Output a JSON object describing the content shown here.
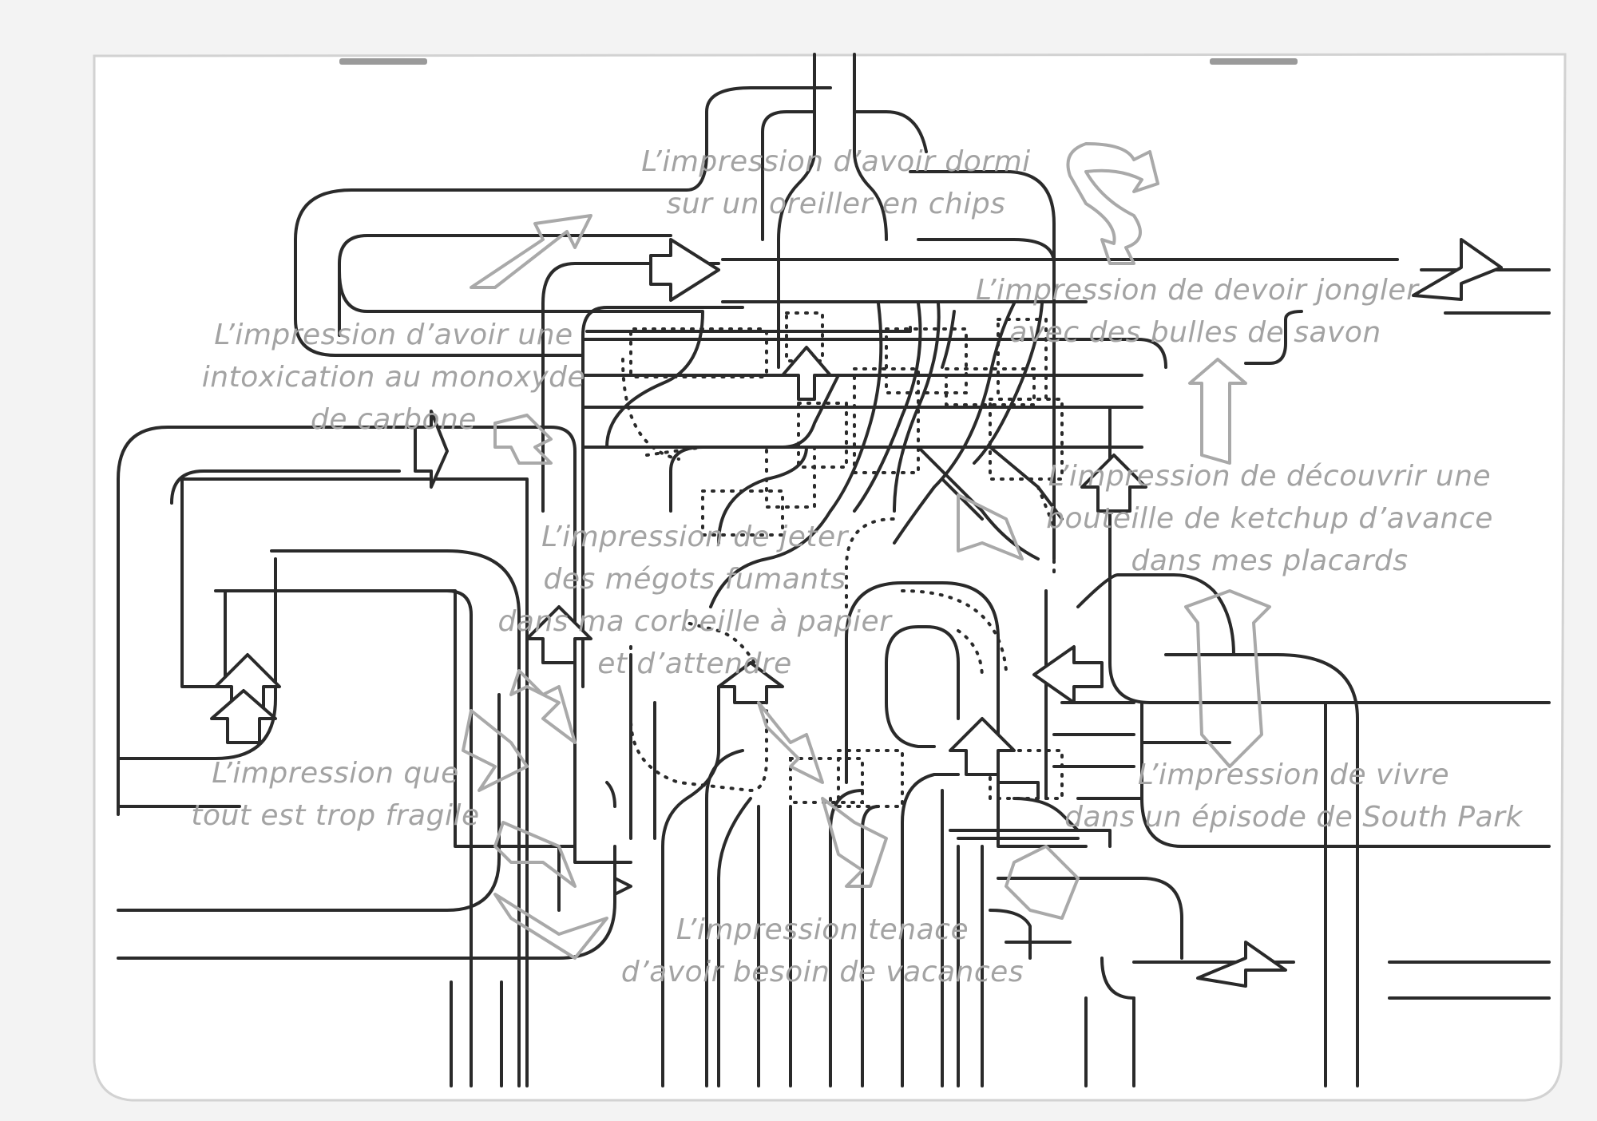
{
  "captions": [
    {
      "id": "oreiller",
      "lines": [
        "L’impression d’avoir dormi",
        "sur un oreiller en chips"
      ]
    },
    {
      "id": "monoxyde",
      "lines": [
        "L’impression d’avoir une",
        "intoxication au monoxyde",
        "de carbone"
      ]
    },
    {
      "id": "jongler",
      "lines": [
        "L’impression de devoir jongler",
        "avec des bulles de savon"
      ]
    },
    {
      "id": "ketchup",
      "lines": [
        "L’impression de découvrir une",
        "bouteille de ketchup d’avance",
        "dans mes placards"
      ]
    },
    {
      "id": "megots",
      "lines": [
        "L’impression de jeter",
        "des mégots fumants",
        "dans ma corbeille à papier",
        "et d’attendre"
      ]
    },
    {
      "id": "fragile",
      "lines": [
        "L’impression que",
        "tout est trop fragile"
      ]
    },
    {
      "id": "southpark",
      "lines": [
        "L’impression de vivre",
        "dans un épisode de South Park"
      ]
    },
    {
      "id": "vacances",
      "lines": [
        "L’impression tenace",
        "d’avoir besoin de vacances"
      ]
    }
  ],
  "colors": {
    "paper": "#ffffff",
    "ink": "#2a2a2a",
    "caption_gray": "#a3a3a3",
    "background": "#f3f3f3"
  }
}
